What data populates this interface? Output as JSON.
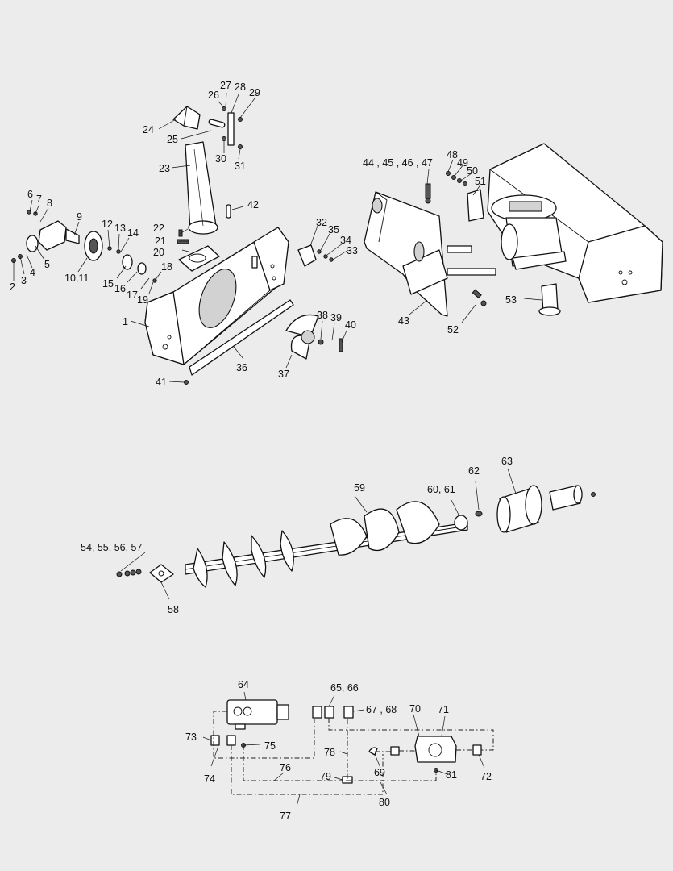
{
  "labels": {
    "l1": "1",
    "l2": "2",
    "l3": "3",
    "l4": "4",
    "l5": "5",
    "l6": "6",
    "l7": "7",
    "l8": "8",
    "l9": "9",
    "l10_11": "10,11",
    "l12": "12",
    "l13": "13",
    "l14": "14",
    "l15": "15",
    "l16": "16",
    "l17": "17",
    "l18": "18",
    "l19": "19",
    "l20": "20",
    "l21": "21",
    "l22": "22",
    "l23": "23",
    "l24": "24",
    "l25": "25",
    "l26": "26",
    "l27": "27",
    "l28": "28",
    "l29": "29",
    "l30": "30",
    "l31": "31",
    "l32": "32",
    "l33": "33",
    "l34": "34",
    "l35": "35",
    "l36": "36",
    "l37": "37",
    "l38": "38",
    "l39": "39",
    "l40": "40",
    "l41": "41",
    "l42": "42",
    "l43": "43",
    "l44_47": "44 , 45 , 46 , 47",
    "l48": "48",
    "l49": "49",
    "l50": "50",
    "l51": "51",
    "l52": "52",
    "l53": "53",
    "l54_57": "54, 55, 56, 57",
    "l58": "58",
    "l59": "59",
    "l60_61": "60, 61",
    "l62": "62",
    "l63": "63",
    "l64": "64",
    "l65_66": "65, 66",
    "l67_68": "67 , 68",
    "l69": "69",
    "l70": "70",
    "l71": "71",
    "l72": "72",
    "l73": "73",
    "l74": "74",
    "l75": "75",
    "l76": "76",
    "l77": "77",
    "l78": "78",
    "l79": "79",
    "l80": "80",
    "l81": "81"
  }
}
